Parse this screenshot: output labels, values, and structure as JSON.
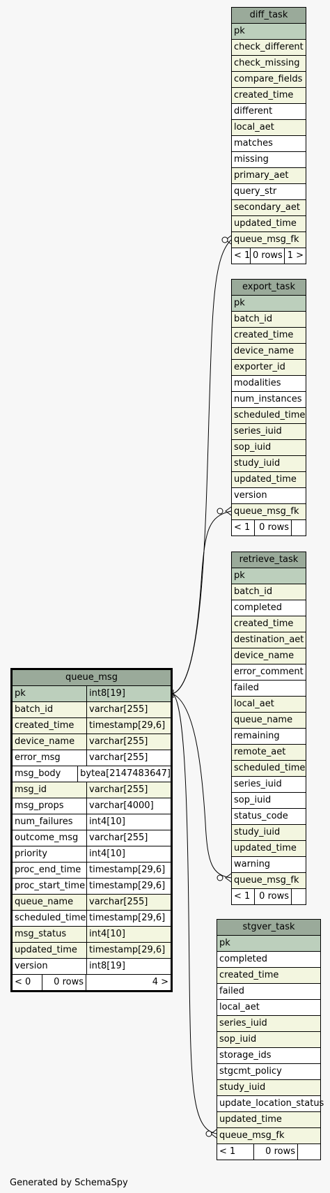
{
  "footer": {
    "text": "Generated by SchemaSpy"
  },
  "tables": {
    "diff_task": {
      "name": "diff_task",
      "columns": [
        {
          "name": "pk",
          "style": "pk"
        },
        {
          "name": "check_different",
          "style": "idx"
        },
        {
          "name": "check_missing",
          "style": "idx"
        },
        {
          "name": "compare_fields",
          "style": "idx"
        },
        {
          "name": "created_time",
          "style": "idx"
        },
        {
          "name": "different",
          "style": "plain"
        },
        {
          "name": "local_aet",
          "style": "idx"
        },
        {
          "name": "matches",
          "style": "plain"
        },
        {
          "name": "missing",
          "style": "plain"
        },
        {
          "name": "primary_aet",
          "style": "idx"
        },
        {
          "name": "query_str",
          "style": "plain"
        },
        {
          "name": "secondary_aet",
          "style": "idx"
        },
        {
          "name": "updated_time",
          "style": "idx"
        },
        {
          "name": "queue_msg_fk",
          "style": "idx"
        }
      ],
      "footer": [
        "< 1",
        "0 rows",
        "1 >"
      ]
    },
    "export_task": {
      "name": "export_task",
      "columns": [
        {
          "name": "pk",
          "style": "pk"
        },
        {
          "name": "batch_id",
          "style": "idx"
        },
        {
          "name": "created_time",
          "style": "idx"
        },
        {
          "name": "device_name",
          "style": "idx"
        },
        {
          "name": "exporter_id",
          "style": "idx"
        },
        {
          "name": "modalities",
          "style": "plain"
        },
        {
          "name": "num_instances",
          "style": "plain"
        },
        {
          "name": "scheduled_time",
          "style": "idx"
        },
        {
          "name": "series_iuid",
          "style": "idx"
        },
        {
          "name": "sop_iuid",
          "style": "idx"
        },
        {
          "name": "study_iuid",
          "style": "idx"
        },
        {
          "name": "updated_time",
          "style": "idx"
        },
        {
          "name": "version",
          "style": "plain"
        },
        {
          "name": "queue_msg_fk",
          "style": "idx"
        }
      ],
      "footer": [
        "< 1",
        "0 rows",
        ""
      ]
    },
    "retrieve_task": {
      "name": "retrieve_task",
      "columns": [
        {
          "name": "pk",
          "style": "pk"
        },
        {
          "name": "batch_id",
          "style": "idx"
        },
        {
          "name": "completed",
          "style": "plain"
        },
        {
          "name": "created_time",
          "style": "idx"
        },
        {
          "name": "destination_aet",
          "style": "idx"
        },
        {
          "name": "device_name",
          "style": "idx"
        },
        {
          "name": "error_comment",
          "style": "plain"
        },
        {
          "name": "failed",
          "style": "plain"
        },
        {
          "name": "local_aet",
          "style": "idx"
        },
        {
          "name": "queue_name",
          "style": "idx"
        },
        {
          "name": "remaining",
          "style": "plain"
        },
        {
          "name": "remote_aet",
          "style": "idx"
        },
        {
          "name": "scheduled_time",
          "style": "idx"
        },
        {
          "name": "series_iuid",
          "style": "plain"
        },
        {
          "name": "sop_iuid",
          "style": "plain"
        },
        {
          "name": "status_code",
          "style": "plain"
        },
        {
          "name": "study_iuid",
          "style": "idx"
        },
        {
          "name": "updated_time",
          "style": "idx"
        },
        {
          "name": "warning",
          "style": "plain"
        },
        {
          "name": "queue_msg_fk",
          "style": "idx"
        }
      ],
      "footer": [
        "< 1",
        "0 rows",
        ""
      ]
    },
    "stgver_task": {
      "name": "stgver_task",
      "columns": [
        {
          "name": "pk",
          "style": "pk"
        },
        {
          "name": "completed",
          "style": "plain"
        },
        {
          "name": "created_time",
          "style": "idx"
        },
        {
          "name": "failed",
          "style": "plain"
        },
        {
          "name": "local_aet",
          "style": "plain"
        },
        {
          "name": "series_iuid",
          "style": "idx"
        },
        {
          "name": "sop_iuid",
          "style": "idx"
        },
        {
          "name": "storage_ids",
          "style": "plain"
        },
        {
          "name": "stgcmt_policy",
          "style": "plain"
        },
        {
          "name": "study_iuid",
          "style": "idx"
        },
        {
          "name": "update_location_status",
          "style": "plain"
        },
        {
          "name": "updated_time",
          "style": "idx"
        },
        {
          "name": "queue_msg_fk",
          "style": "idx"
        }
      ],
      "footer": [
        "< 1",
        "0 rows",
        ""
      ]
    },
    "queue_msg": {
      "name": "queue_msg",
      "columns": [
        {
          "name": "pk",
          "type": "int8[19]",
          "style": "pk"
        },
        {
          "name": "batch_id",
          "type": "varchar[255]",
          "style": "idx"
        },
        {
          "name": "created_time",
          "type": "timestamp[29,6]",
          "style": "idx"
        },
        {
          "name": "device_name",
          "type": "varchar[255]",
          "style": "idx"
        },
        {
          "name": "error_msg",
          "type": "varchar[255]",
          "style": "plain"
        },
        {
          "name": "msg_body",
          "type": "bytea[2147483647]",
          "style": "plain"
        },
        {
          "name": "msg_id",
          "type": "varchar[255]",
          "style": "idx"
        },
        {
          "name": "msg_props",
          "type": "varchar[4000]",
          "style": "plain"
        },
        {
          "name": "num_failures",
          "type": "int4[10]",
          "style": "plain"
        },
        {
          "name": "outcome_msg",
          "type": "varchar[255]",
          "style": "plain"
        },
        {
          "name": "priority",
          "type": "int4[10]",
          "style": "plain"
        },
        {
          "name": "proc_end_time",
          "type": "timestamp[29,6]",
          "style": "plain"
        },
        {
          "name": "proc_start_time",
          "type": "timestamp[29,6]",
          "style": "plain"
        },
        {
          "name": "queue_name",
          "type": "varchar[255]",
          "style": "idx"
        },
        {
          "name": "scheduled_time",
          "type": "timestamp[29,6]",
          "style": "plain"
        },
        {
          "name": "msg_status",
          "type": "int4[10]",
          "style": "idx"
        },
        {
          "name": "updated_time",
          "type": "timestamp[29,6]",
          "style": "idx"
        },
        {
          "name": "version",
          "type": "int8[19]",
          "style": "plain"
        }
      ],
      "footer": [
        "< 0",
        "0 rows",
        "4 >"
      ]
    }
  }
}
